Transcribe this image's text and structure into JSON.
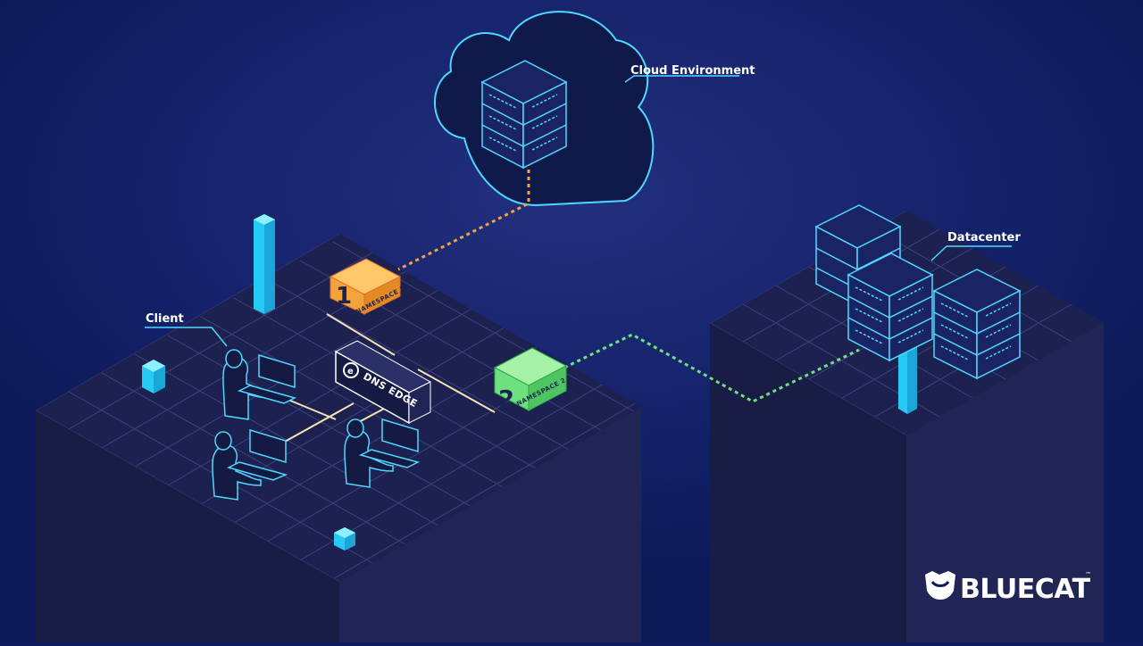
{
  "labels": {
    "cloud": "Cloud Environment",
    "datacenter": "Datacenter",
    "client": "Client"
  },
  "namespaces": [
    {
      "number": "1",
      "label": "NAMESPACE 1",
      "color": "#f2a33a"
    },
    {
      "number": "2",
      "label": "NAMESPACE 2",
      "color": "#6fe07e"
    }
  ],
  "dns_edge": {
    "label": "DNS EDGE"
  },
  "brand": {
    "name": "BLUECAT",
    "tm": "™"
  },
  "colors": {
    "background": "#0d1b5c",
    "accent": "#4fd8ff",
    "platform_top": "#1c2150",
    "platform_side": "#171b40",
    "grid": "#3b3f78",
    "connector_client": "#f3e3b5"
  }
}
